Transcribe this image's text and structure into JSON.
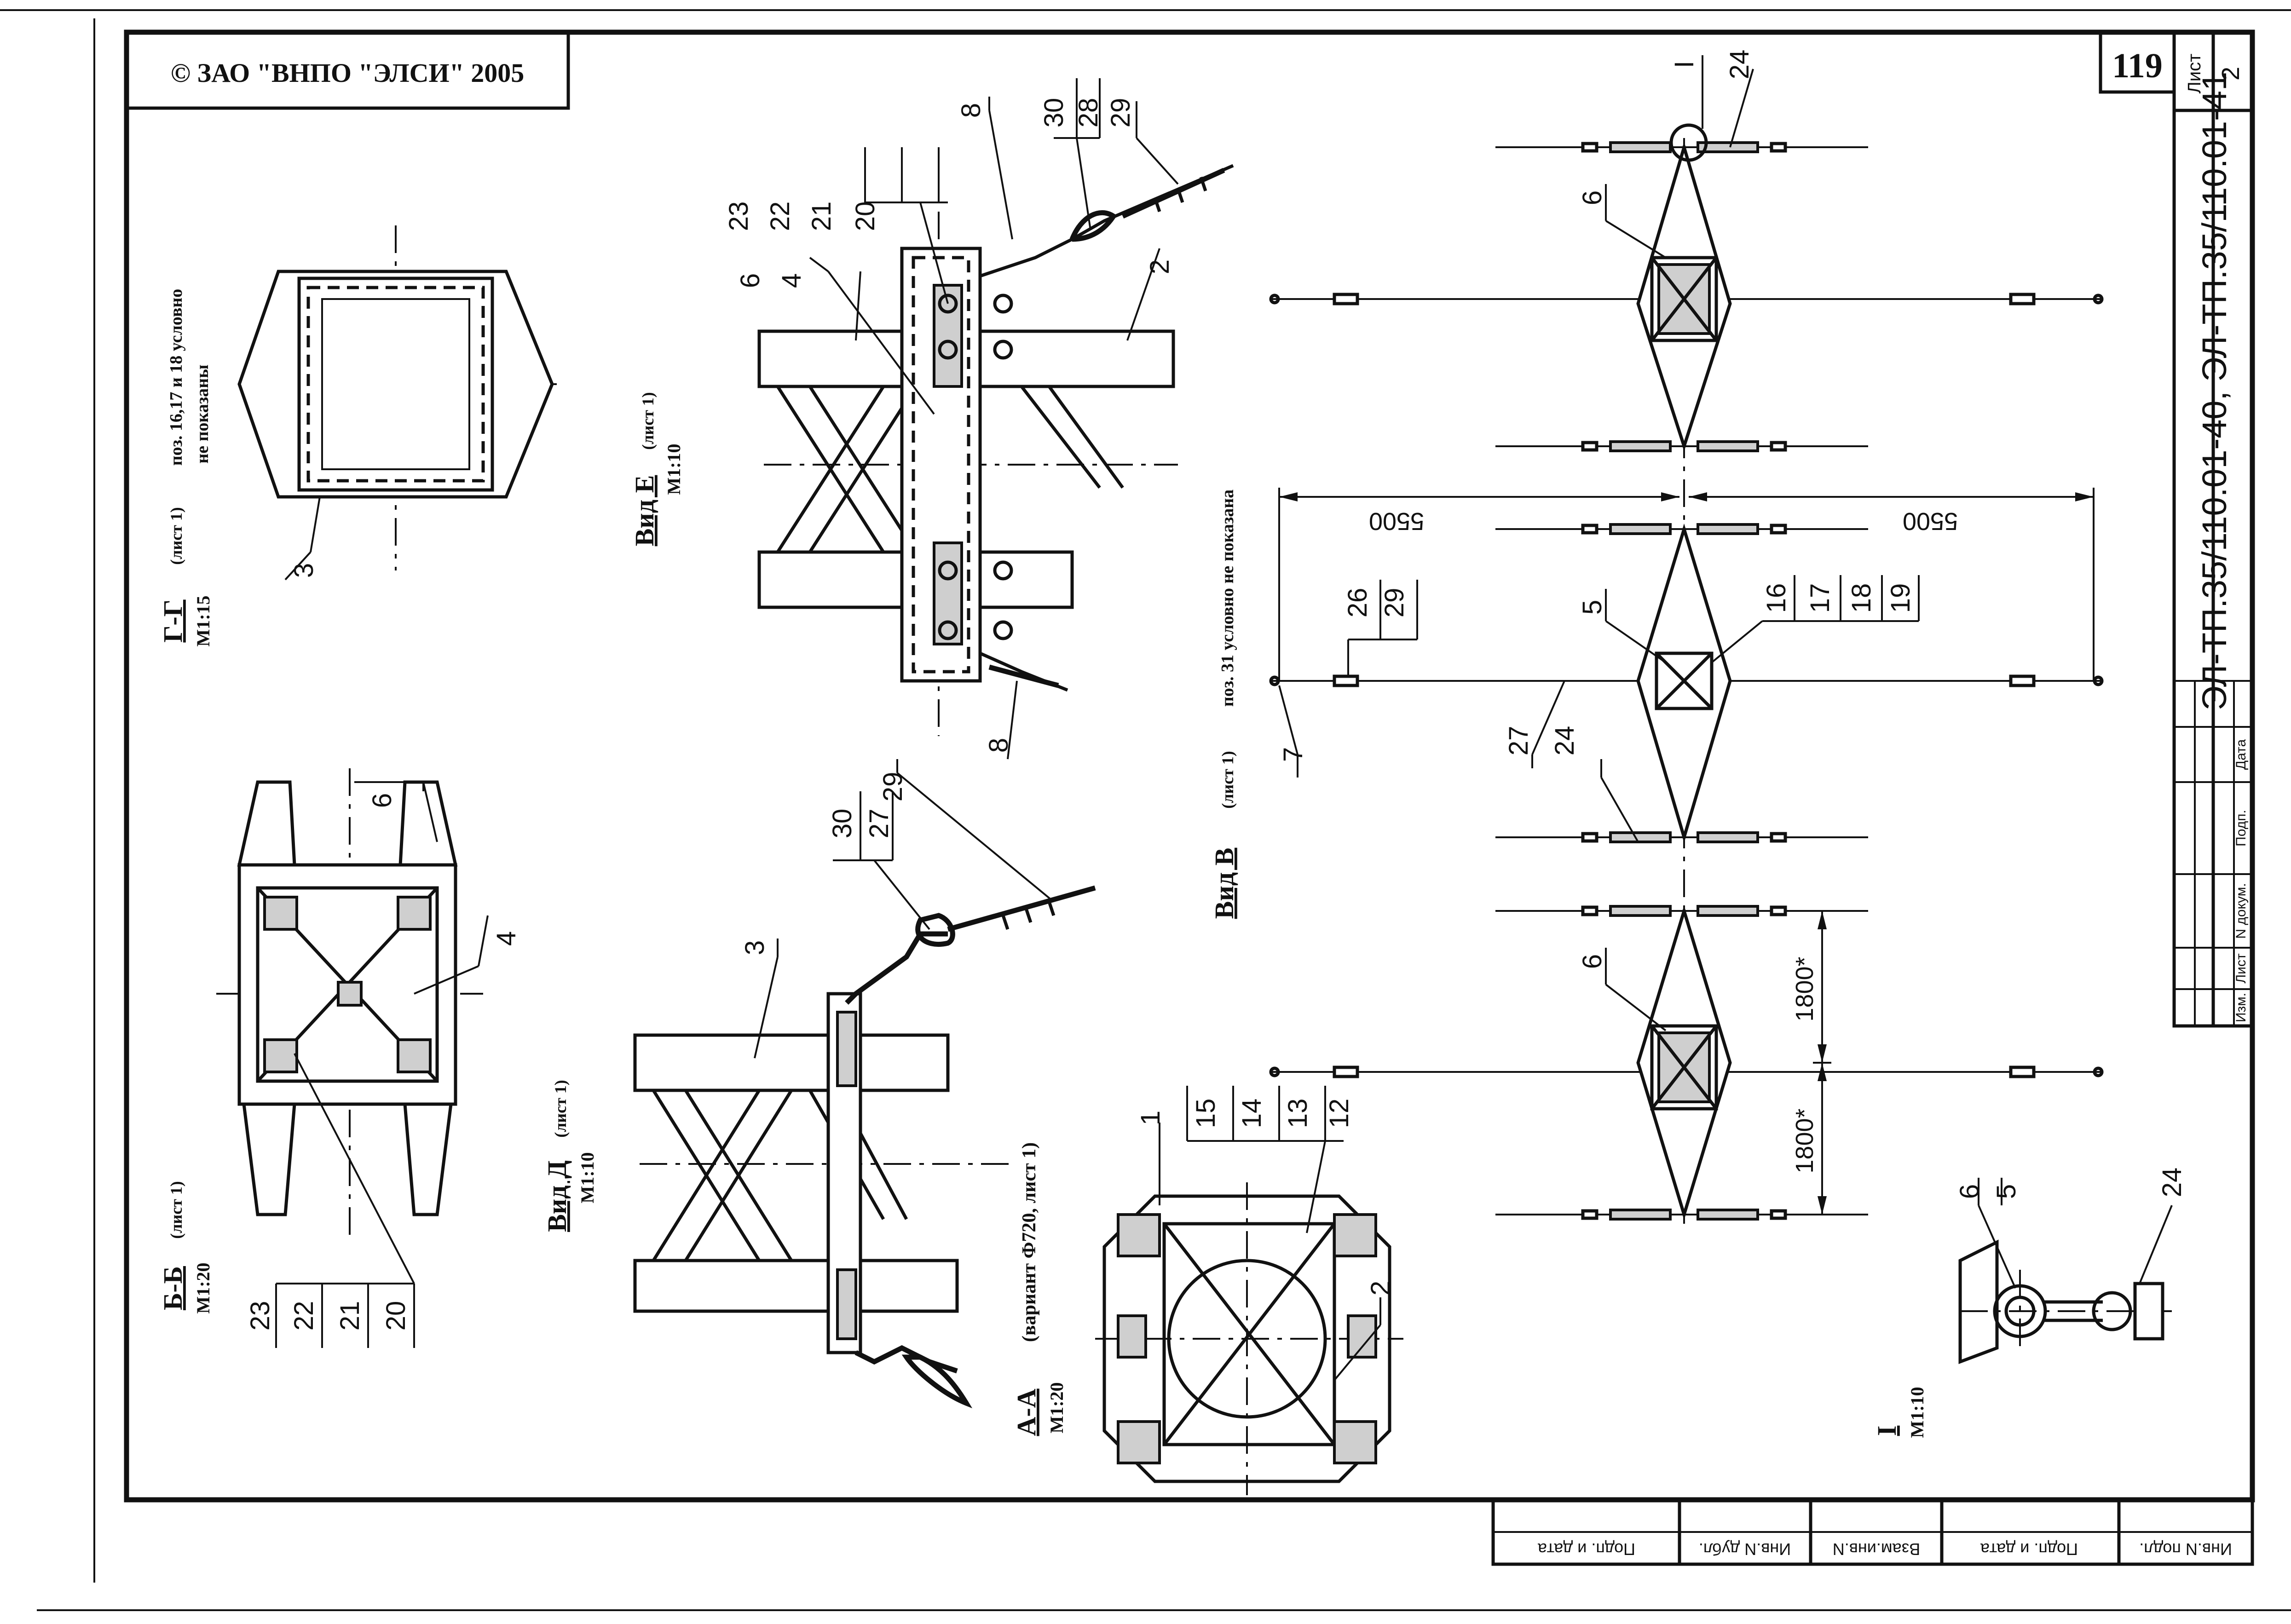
{
  "copyright": "© ЗАО \"ВНПО \"ЭЛСИ\" 2005",
  "sheet_number": "119",
  "stamp": {
    "sheet_label": "Лист",
    "sheet_value": "2",
    "designation": "ЭЛ-ТП.35/110.01-40, ЭЛ-ТП.35/110.01-41",
    "columns": [
      "Изм.",
      "Лист",
      "N докум.",
      "Подп.",
      "Дата"
    ]
  },
  "side_strip": [
    "Инв.N подл.",
    "Подп. и дата",
    "Взам.инв.N",
    "Инв.N дубл.",
    "Подп. и дата"
  ],
  "views": {
    "gg": {
      "title": "Г-Г",
      "ref": "(лист 1)",
      "scale": "М1:15",
      "note_1": "поз. 16,17 и 18 условно",
      "note_2": "не показаны"
    },
    "bb": {
      "title": "Б-Б",
      "ref": "(лист 1)",
      "scale": "М1:20"
    },
    "e": {
      "title": "Вид Е",
      "ref": "(лист 1)",
      "scale": "М1:10"
    },
    "d": {
      "title": "Вид Д",
      "ref": "(лист 1)",
      "scale": "М1:10"
    },
    "aa": {
      "title": "А-А",
      "ref": "(вариант Ф720, лист 1)",
      "scale": "М1:20"
    },
    "v": {
      "title": "Вид В",
      "ref": "(лист 1)",
      "note": "поз. 31 условно не показана"
    },
    "i": {
      "title": "I",
      "scale": "М1:10"
    }
  },
  "dimensions": {
    "d1": "5500",
    "d2": "5500",
    "d3": "1800*",
    "d4": "1800*"
  },
  "callouts": {
    "gg": [
      "3"
    ],
    "bb": [
      "6",
      "4",
      "23",
      "22",
      "21",
      "20"
    ],
    "e": [
      "23",
      "22",
      "21",
      "20",
      "6",
      "4",
      "2",
      "8",
      "30",
      "28",
      "29",
      "8"
    ],
    "d": [
      "3",
      "30",
      "27",
      "29"
    ],
    "aa": [
      "1",
      "15",
      "14",
      "13",
      "12",
      "2"
    ],
    "v_left": [
      "26",
      "29",
      "7",
      "27",
      "24",
      "5",
      "16",
      "17",
      "18",
      "19"
    ],
    "v_top": [
      "6",
      "I",
      "24"
    ],
    "v_bottom": [
      "6"
    ],
    "i": [
      "6",
      "5",
      "24"
    ]
  }
}
